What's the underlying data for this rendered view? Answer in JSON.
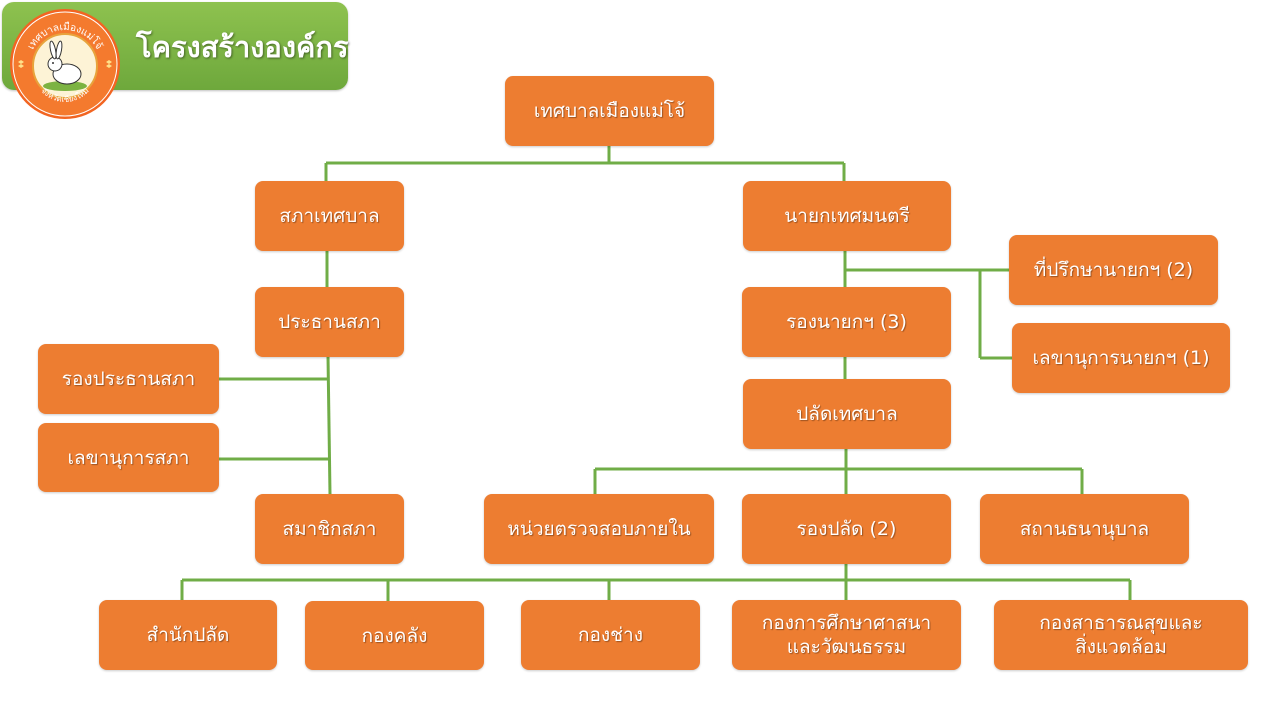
{
  "header": {
    "title": "โครงสร้างองค์กร",
    "logo_text_top": "เทศบาลเมืองแม่โจ้",
    "logo_text_bottom": "จังหวัดเชียงใหม่"
  },
  "colors": {
    "node_fill": "#ed7d31",
    "connector": "#70ad47",
    "banner": "#77b041",
    "logo_ring": "#f26522"
  },
  "nodes": {
    "municipality": "เทศบาลเมืองแม่โจ้",
    "council": "สภาเทศบาล",
    "mayor": "นายกเทศมนตรี",
    "council_president": "ประธานสภา",
    "advisor": "ที่ปรึกษานายกฯ (2)",
    "deputy_mayor": "รองนายกฯ (3)",
    "mayor_secretary": "เลขานุการนายกฯ (1)",
    "vice_council_president": "รองประธานสภา",
    "council_secretary": "เลขานุการสภา",
    "permanent_secretary": "ปลัดเทศบาล",
    "council_members": "สมาชิกสภา",
    "internal_audit": "หน่วยตรวจสอบภายใน",
    "deputy_permanent_secretary": "รองปลัด (2)",
    "pawnshop": "สถานธนานุบาล",
    "clerk_office": "สำนักปลัด",
    "finance": "กองคลัง",
    "engineering": "กองช่าง",
    "education_line1": "กองการศึกษาศาสนา",
    "education_line2": "และวัฒนธรรม",
    "health_line1": "กองสาธารณสุขและ",
    "health_line2": "สิ่งแวดล้อม"
  }
}
